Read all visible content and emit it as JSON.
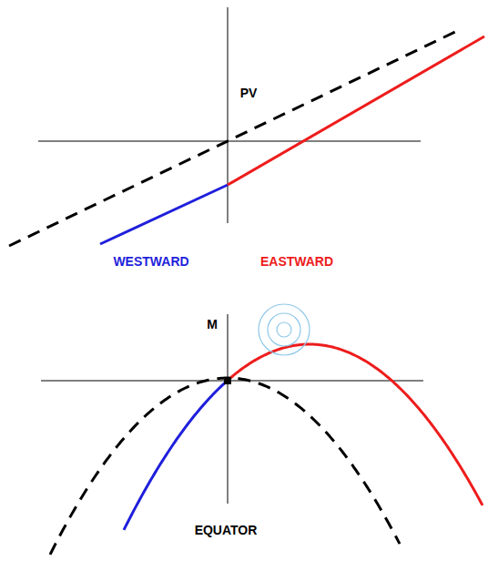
{
  "diagram": {
    "labels": [
      "PV",
      "WESTWARD",
      "EASTWARD",
      "M",
      "EQUATOR"
    ]
  }
}
